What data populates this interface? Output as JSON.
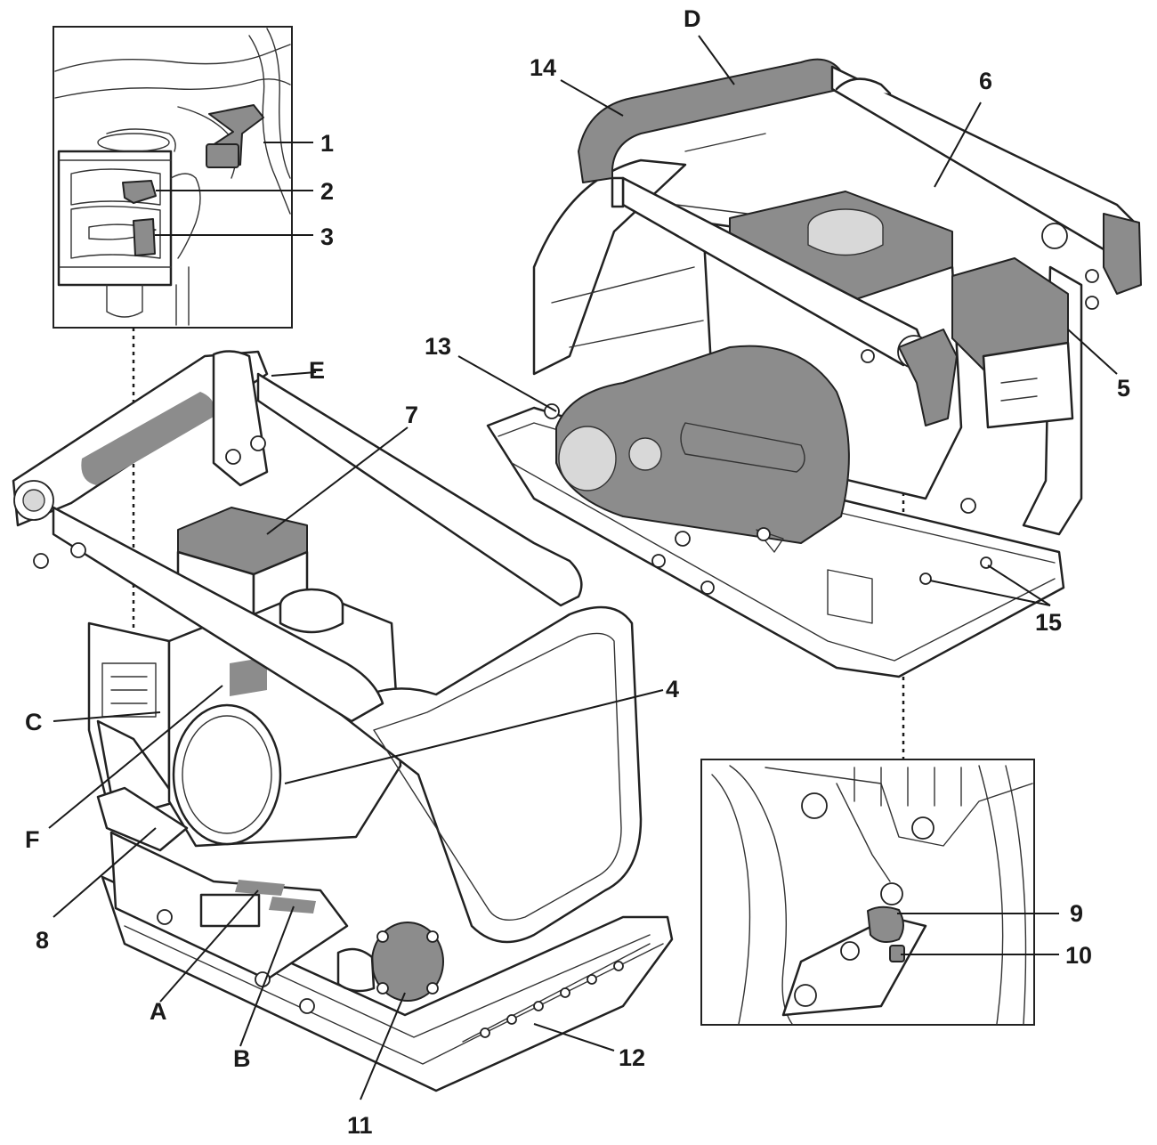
{
  "callouts": {
    "c1": "1",
    "c2": "2",
    "c3": "3",
    "c4": "4",
    "c5": "5",
    "c6": "6",
    "c7": "7",
    "c8": "8",
    "c9": "9",
    "c10": "10",
    "c11": "11",
    "c12": "12",
    "c13": "13",
    "c14": "14",
    "c15": "15",
    "cA": "A",
    "cB": "B",
    "cC": "C",
    "cD": "D",
    "cE": "E",
    "cF": "F"
  }
}
